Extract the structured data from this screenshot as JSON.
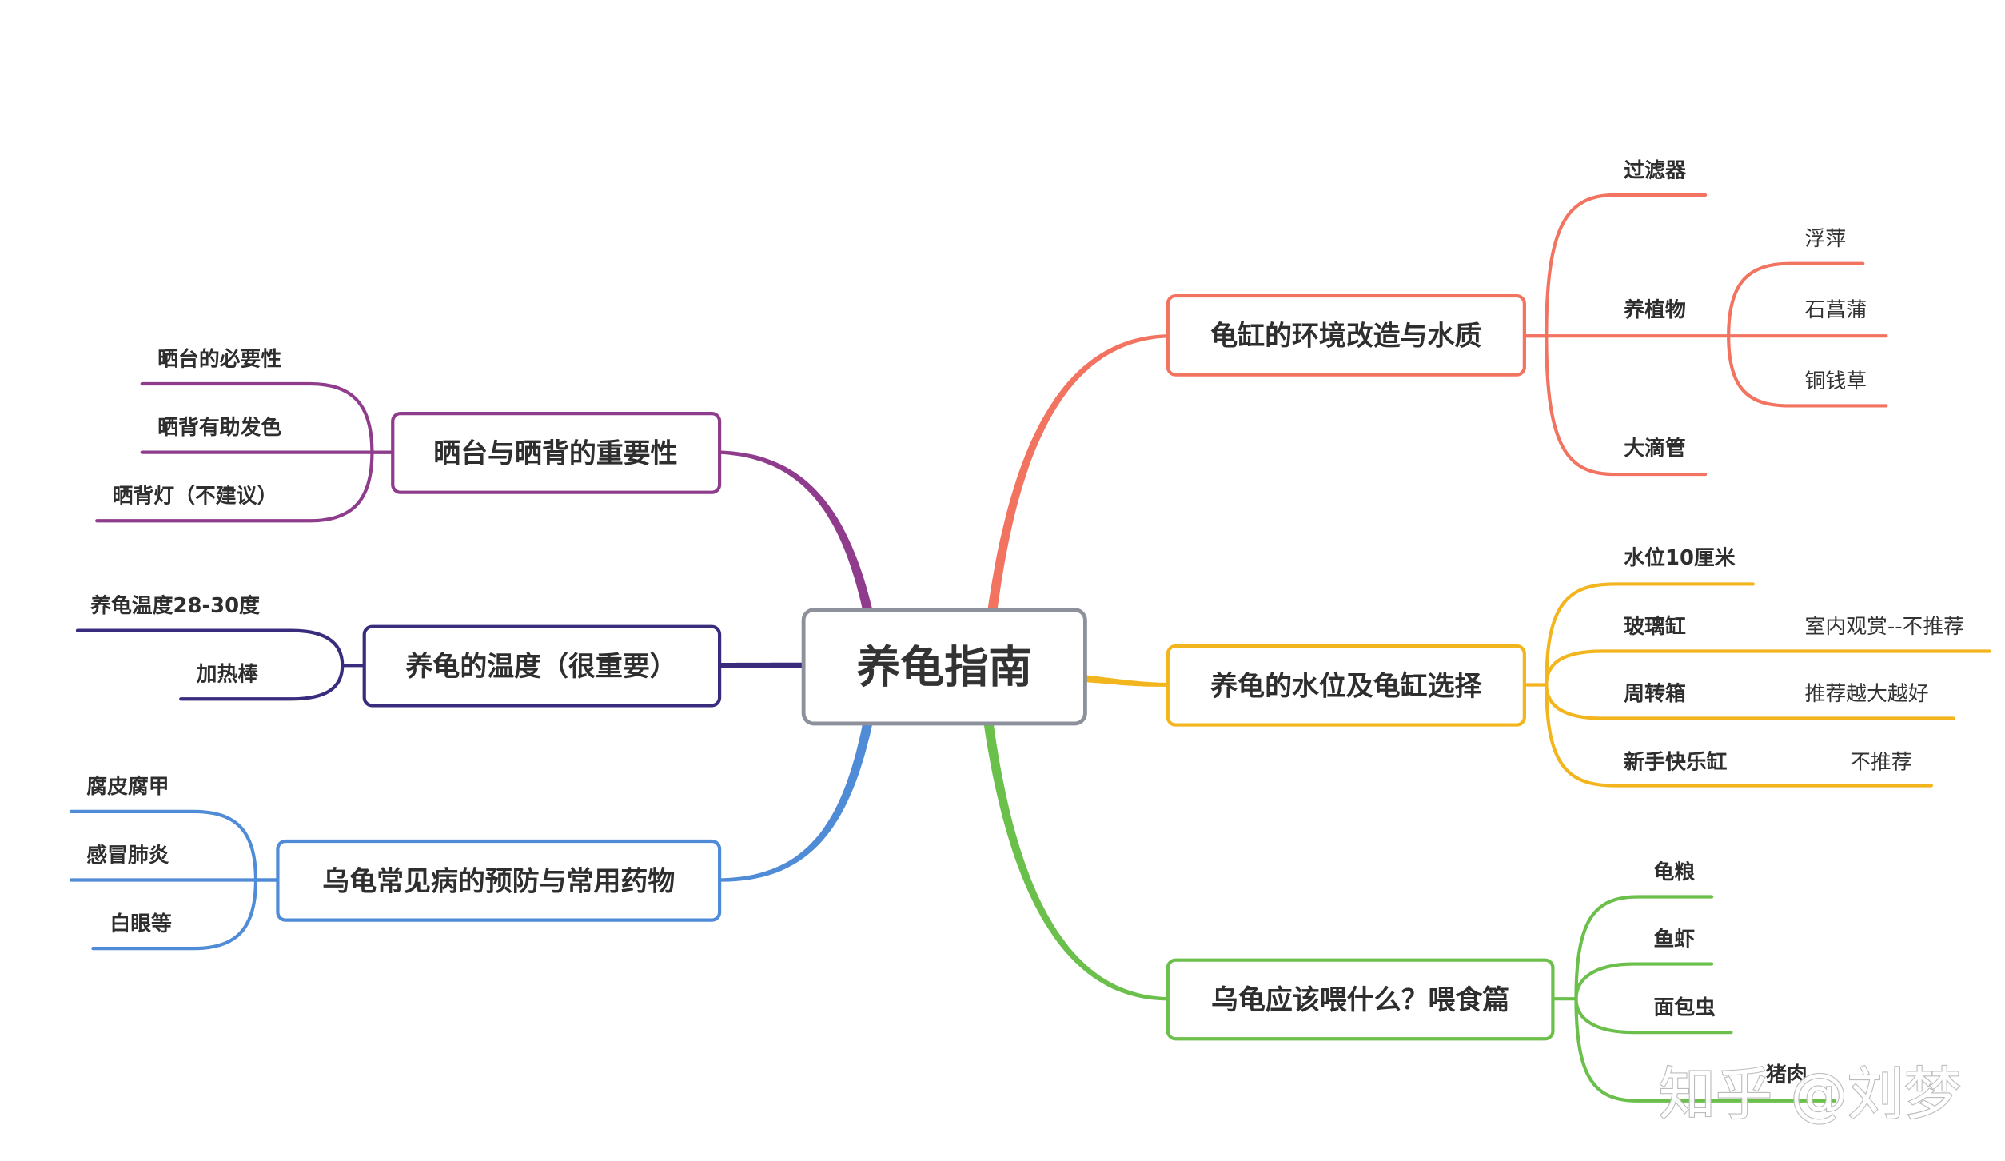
{
  "central": {
    "label": "养龟指南",
    "color": "#8c919b"
  },
  "right": [
    {
      "label": "龟缸的环境改造与水质",
      "color": "#f17360",
      "children": [
        {
          "label": "过滤器"
        },
        {
          "label": "养植物",
          "children": [
            {
              "label": "浮萍"
            },
            {
              "label": "石菖蒲"
            },
            {
              "label": "铜钱草"
            }
          ]
        },
        {
          "label": "大滴管"
        }
      ]
    },
    {
      "label": "养龟的水位及龟缸选择",
      "color": "#f3b51d",
      "children": [
        {
          "label": "水位10厘米"
        },
        {
          "label": "玻璃缸",
          "note": "室内观赏--不推荐"
        },
        {
          "label": "周转箱",
          "note": "推荐越大越好"
        },
        {
          "label": "新手快乐缸",
          "note": "不推荐"
        }
      ]
    },
    {
      "label": "乌龟应该喂什么？喂食篇",
      "color": "#6bbf4b",
      "children": [
        {
          "label": "龟粮"
        },
        {
          "label": "鱼虾"
        },
        {
          "label": "面包虫"
        },
        {
          "label": "猪肉"
        }
      ]
    }
  ],
  "left": [
    {
      "label": "晒台与晒背的重要性",
      "color": "#8f3c8d",
      "children": [
        {
          "label": "晒台的必要性"
        },
        {
          "label": "晒背有助发色"
        },
        {
          "label": "晒背灯（不建议）"
        }
      ]
    },
    {
      "label": "养龟的温度（很重要）",
      "color": "#3a2b7d",
      "children": [
        {
          "label": "养龟温度28-30度"
        },
        {
          "label": "加热棒"
        }
      ]
    },
    {
      "label": "乌龟常见病的预防与常用药物",
      "color": "#4f8bd6",
      "children": [
        {
          "label": "腐皮腐甲"
        },
        {
          "label": "感冒肺炎"
        },
        {
          "label": "白眼等"
        }
      ]
    }
  ],
  "watermark": "知乎 @刘梦"
}
